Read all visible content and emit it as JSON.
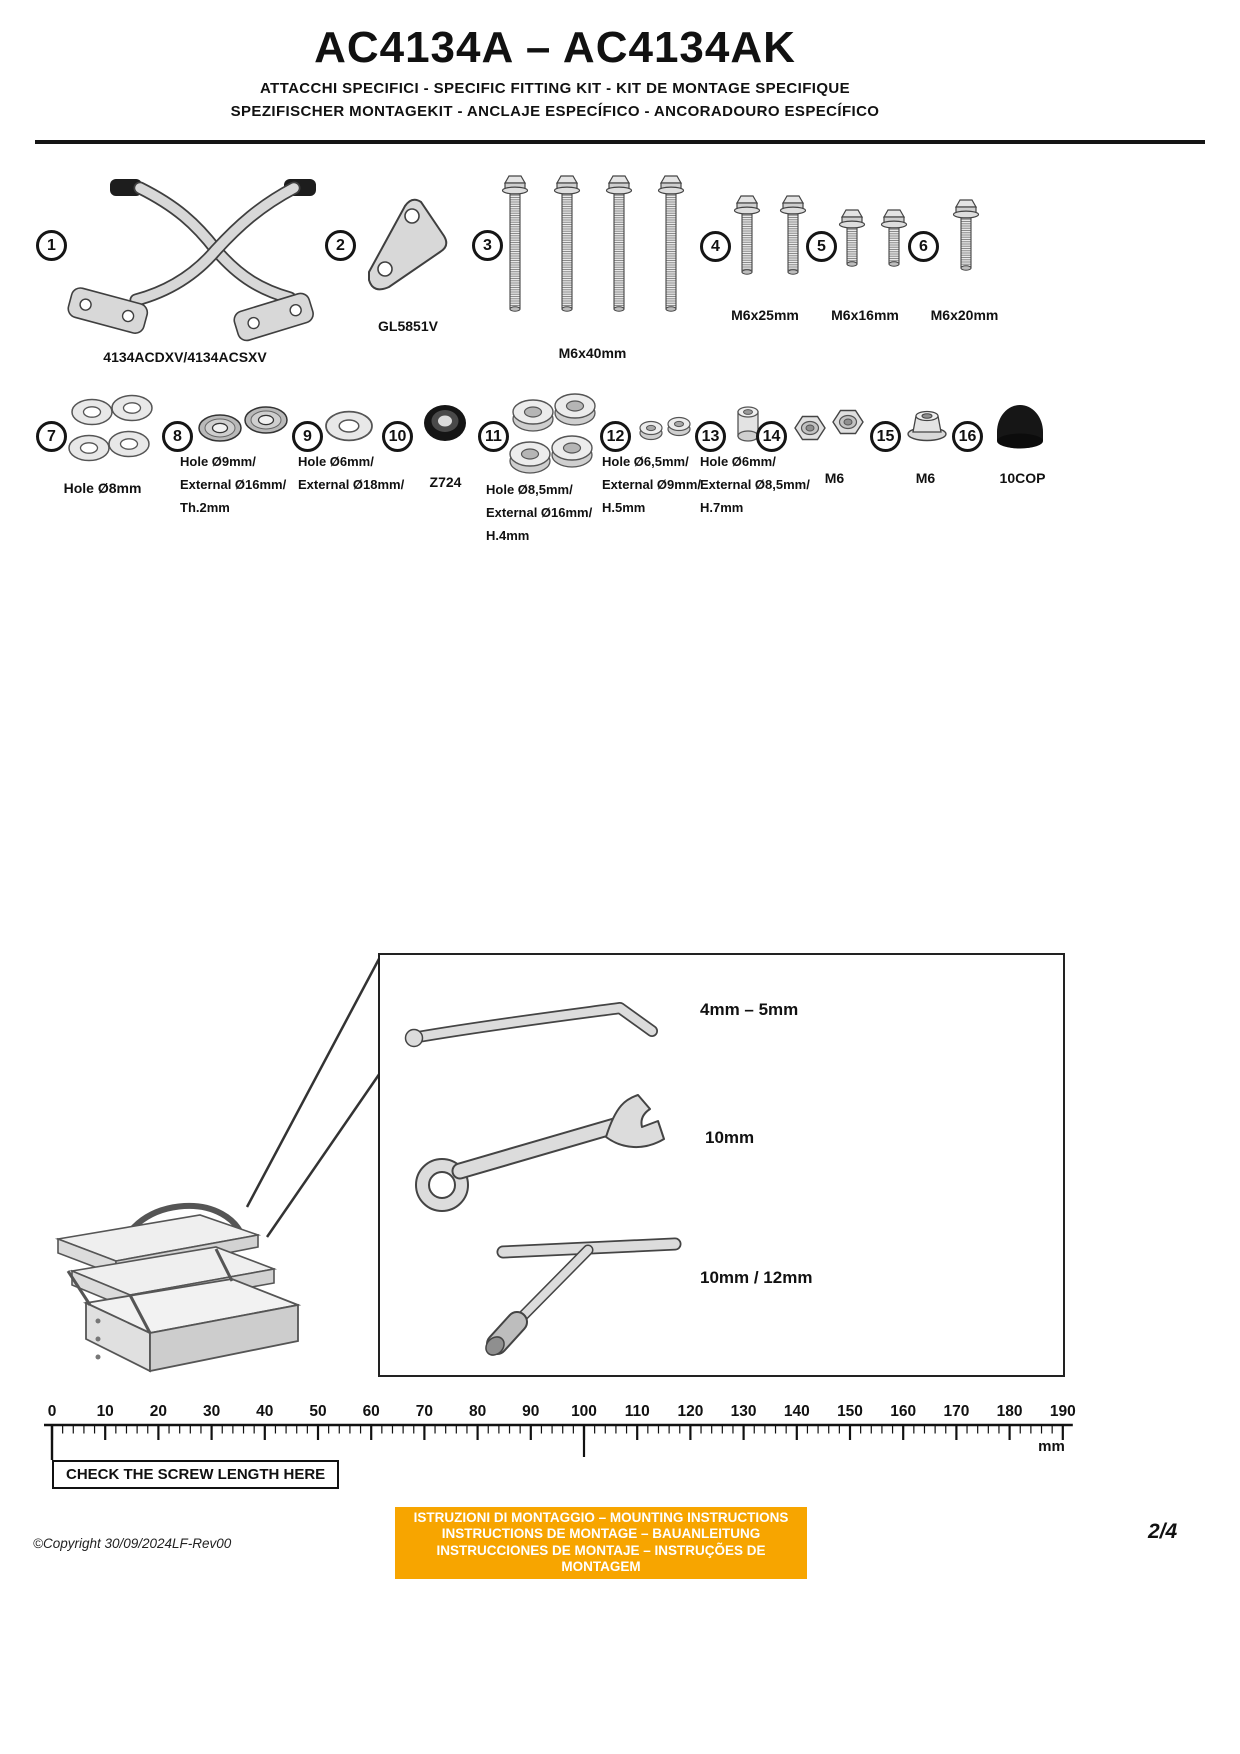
{
  "header": {
    "title": "AC4134A – AC4134AK",
    "subtitle1": "ATTACCHI SPECIFICI - SPECIFIC FITTING KIT - KIT DE MONTAGE SPECIFIQUE",
    "subtitle2": "SPEZIFISCHER MONTAGEKIT - ANCLAJE ESPECÍFICO - ANCORADOURO ESPECÍFICO"
  },
  "parts": [
    {
      "num": "1",
      "label": "4134ACDXV/4134ACSXV"
    },
    {
      "num": "2",
      "label": "GL5851V"
    },
    {
      "num": "3",
      "label": "M6x40mm"
    },
    {
      "num": "4",
      "label": "M6x25mm"
    },
    {
      "num": "5",
      "label": "M6x16mm"
    },
    {
      "num": "6",
      "label": "M6x20mm"
    },
    {
      "num": "7",
      "label": "Hole Ø8mm"
    },
    {
      "num": "8",
      "lines": [
        "Hole Ø9mm/",
        "External Ø16mm/",
        "Th.2mm"
      ]
    },
    {
      "num": "9",
      "lines": [
        "Hole Ø6mm/",
        "External Ø18mm/"
      ]
    },
    {
      "num": "10",
      "label": "Z724"
    },
    {
      "num": "11",
      "lines": [
        "Hole Ø8,5mm/",
        "External Ø16mm/",
        "H.4mm"
      ]
    },
    {
      "num": "12",
      "lines": [
        "Hole Ø6,5mm/",
        "External Ø9mm/",
        "H.5mm"
      ]
    },
    {
      "num": "13",
      "lines": [
        "Hole Ø6mm/",
        "External Ø8,5mm/",
        "H.7mm"
      ]
    },
    {
      "num": "14",
      "label": "M6"
    },
    {
      "num": "15",
      "label": "M6"
    },
    {
      "num": "16",
      "label": "10COP"
    }
  ],
  "tools": [
    {
      "label": "4mm – 5mm"
    },
    {
      "label": "10mm"
    },
    {
      "label": "10mm / 12mm"
    }
  ],
  "ruler": {
    "ticks": [
      "0",
      "10",
      "20",
      "30",
      "40",
      "50",
      "60",
      "70",
      "80",
      "90",
      "100",
      "110",
      "120",
      "130",
      "140",
      "150",
      "160",
      "170",
      "180",
      "190"
    ],
    "unit": "mm",
    "note": "CHECK THE SCREW LENGTH HERE"
  },
  "footer": {
    "lines": [
      "ISTRUZIONI DI MONTAGGIO  –  MOUNTING INSTRUCTIONS",
      "INSTRUCTIONS DE MONTAGE – BAUANLEITUNG",
      "INSTRUCCIONES DE MONTAJE – INSTRUÇÕES DE MONTAGEM"
    ],
    "copyright": "©Copyright 30/09/2024LF-Rev00",
    "page": "2/4",
    "accent_color": "#F7A500"
  }
}
